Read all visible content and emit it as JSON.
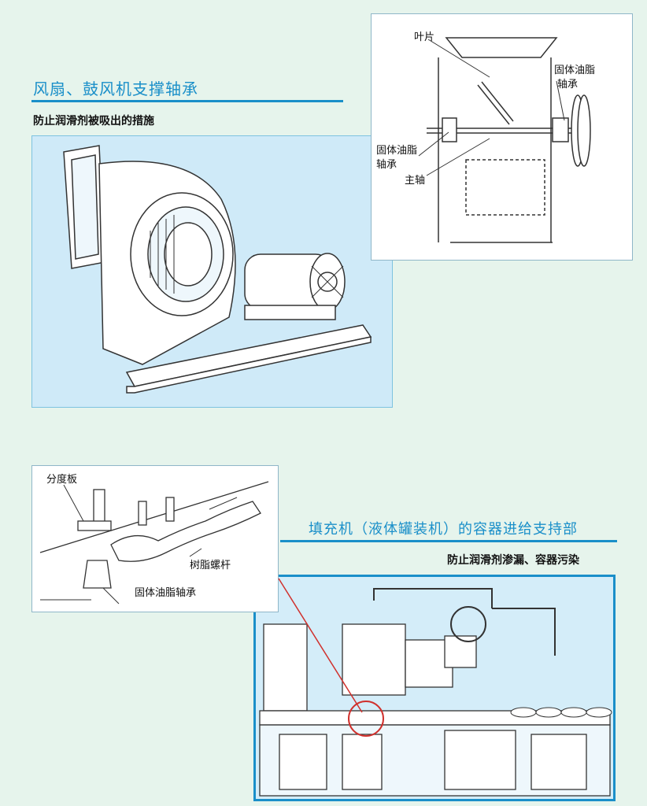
{
  "fan_section": {
    "title": "风扇、鼓风机支撑轴承",
    "subtitle": "防止润滑剂被吸出的措施"
  },
  "fan_detail": {
    "labels": {
      "blade": "叶片",
      "bearing_right_l1": "固体油脂",
      "bearing_right_l2": "轴承",
      "bearing_left_l1": "固体油脂",
      "bearing_left_l2": "轴承",
      "shaft": "主轴"
    }
  },
  "filler_section": {
    "title": "填充机（液体罐装机）的容器进给支持部",
    "subtitle": "防止润滑剂渗漏、容器污染"
  },
  "filler_detail": {
    "labels": {
      "index_plate": "分度板",
      "resin_screw": "树脂螺杆",
      "bearing": "固体油脂轴承"
    }
  },
  "colors": {
    "accent": "#1a8fc9",
    "background": "#e6f4ec",
    "panel": "#cfeaf8",
    "highlight": "#d0312d"
  }
}
